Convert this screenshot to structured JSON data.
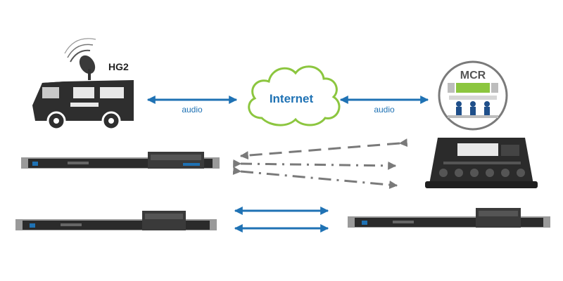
{
  "van": {
    "label": "HG2"
  },
  "cloud": {
    "label": "Internet"
  },
  "links": {
    "left_label": "audio",
    "right_label": "audio"
  },
  "mcr": {
    "label": "MCR"
  },
  "colors": {
    "arrow_blue": "#1f72b4",
    "arrow_gray": "#7a7a7a",
    "cloud_green": "#8cc63f",
    "cloud_text": "#1f72b4",
    "mcr_green": "#8cc63f",
    "mcr_blue": "#1f4f8a",
    "device_dark": "#2b2b2b"
  },
  "icons": [
    "broadcast-van-icon",
    "internet-cloud-icon",
    "mcr-control-room-icon",
    "rack-codec-icon",
    "portable-mixer-icon"
  ]
}
